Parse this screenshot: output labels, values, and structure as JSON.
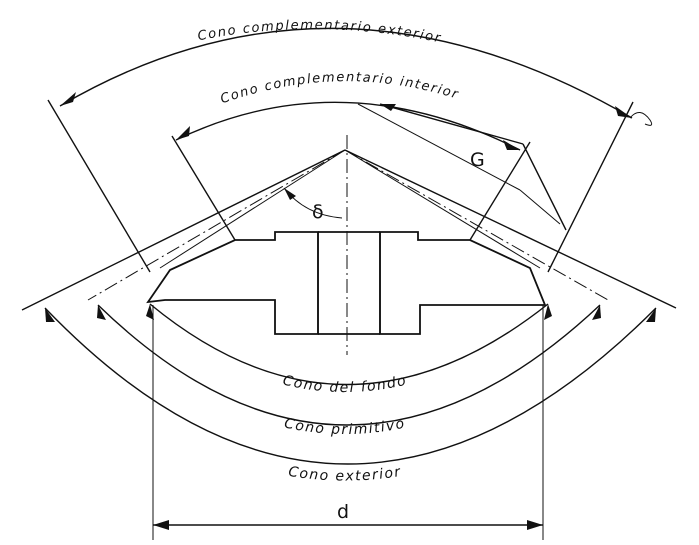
{
  "labels": {
    "cono_complementario_exterior": "Cono complementario exterior",
    "cono_complementario_interior": "Cono complementario interior",
    "cono_del_fondo": "Cono del fondo",
    "cono_primitivo": "Cono primitivo",
    "cono_exterior": "Cono exterior",
    "delta": "δ",
    "g": "G",
    "d": "d"
  },
  "colors": {
    "ink": "#111111",
    "paper": "#ffffff"
  }
}
